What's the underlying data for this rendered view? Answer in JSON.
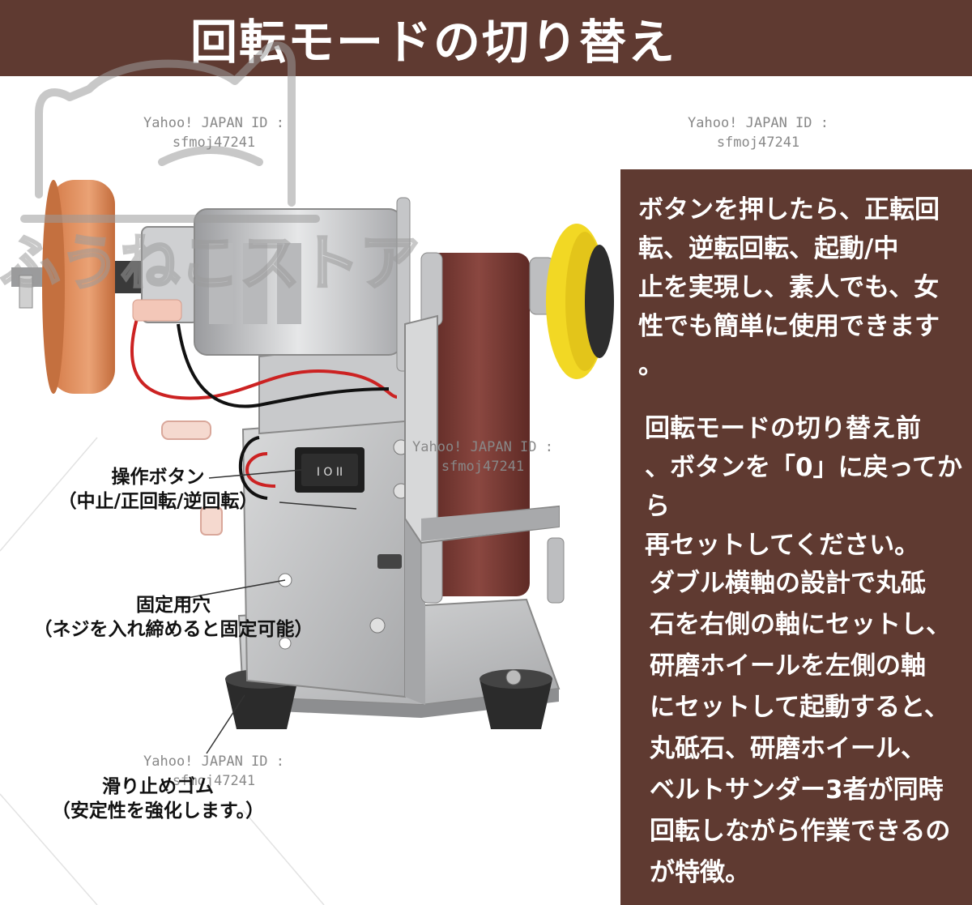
{
  "header": {
    "title": "回転モードの切り替え",
    "band_color": "#5f3a31"
  },
  "info_panel": {
    "panel_color": "#5f3a31",
    "paragraphs": [
      [
        "ボタンを押したら、正転回",
        "転、逆転回転、起動/中",
        "止を実現し、素人でも、女",
        "性でも簡単に使用できます",
        "。"
      ],
      [
        "回転モードの切り替え前",
        "、ボタンを「0」に戻ってから",
        "再セットしてください。"
      ],
      [
        "ダブル横軸の設計で丸砥",
        "石を右側の軸にセットし、",
        "研磨ホイールを左側の軸",
        "にセットして起動すると、",
        "丸砥石、研磨ホイール、",
        "ベルトサンダー3者が同時",
        "回転しながら作業できるの",
        "が特徴。"
      ]
    ]
  },
  "callouts": {
    "operation_button": {
      "title": "操作ボタン",
      "detail": "（中止/正回転/逆回転）"
    },
    "mounting_hole": {
      "title": "固定用穴",
      "detail": "（ネジを入れ締めると固定可能）"
    },
    "rubber_feet": {
      "title": "滑り止めゴム",
      "detail": "（安定性を強化します。）"
    }
  },
  "switch_symbols": "I O II",
  "watermarks": [
    {
      "line1": "Yahoo! JAPAN ID :",
      "line2": "sfmoj47241"
    },
    {
      "line1": "Yahoo! JAPAN ID :",
      "line2": "sfmoj47241"
    },
    {
      "line1": "Yahoo! JAPAN ID :",
      "line2": "sfmoj47241"
    },
    {
      "line1": "Yahoo! JAPAN ID :",
      "line2": "sfmoj47241"
    }
  ],
  "logo": {
    "name": "ふうねこストア",
    "icon": "cat-logo-icon"
  },
  "colors": {
    "grinding_wheel": "#e0915f",
    "sanding_belt": "#7a3a33",
    "polishing_pad": "#f2d824",
    "steel": "#c9cacc"
  }
}
